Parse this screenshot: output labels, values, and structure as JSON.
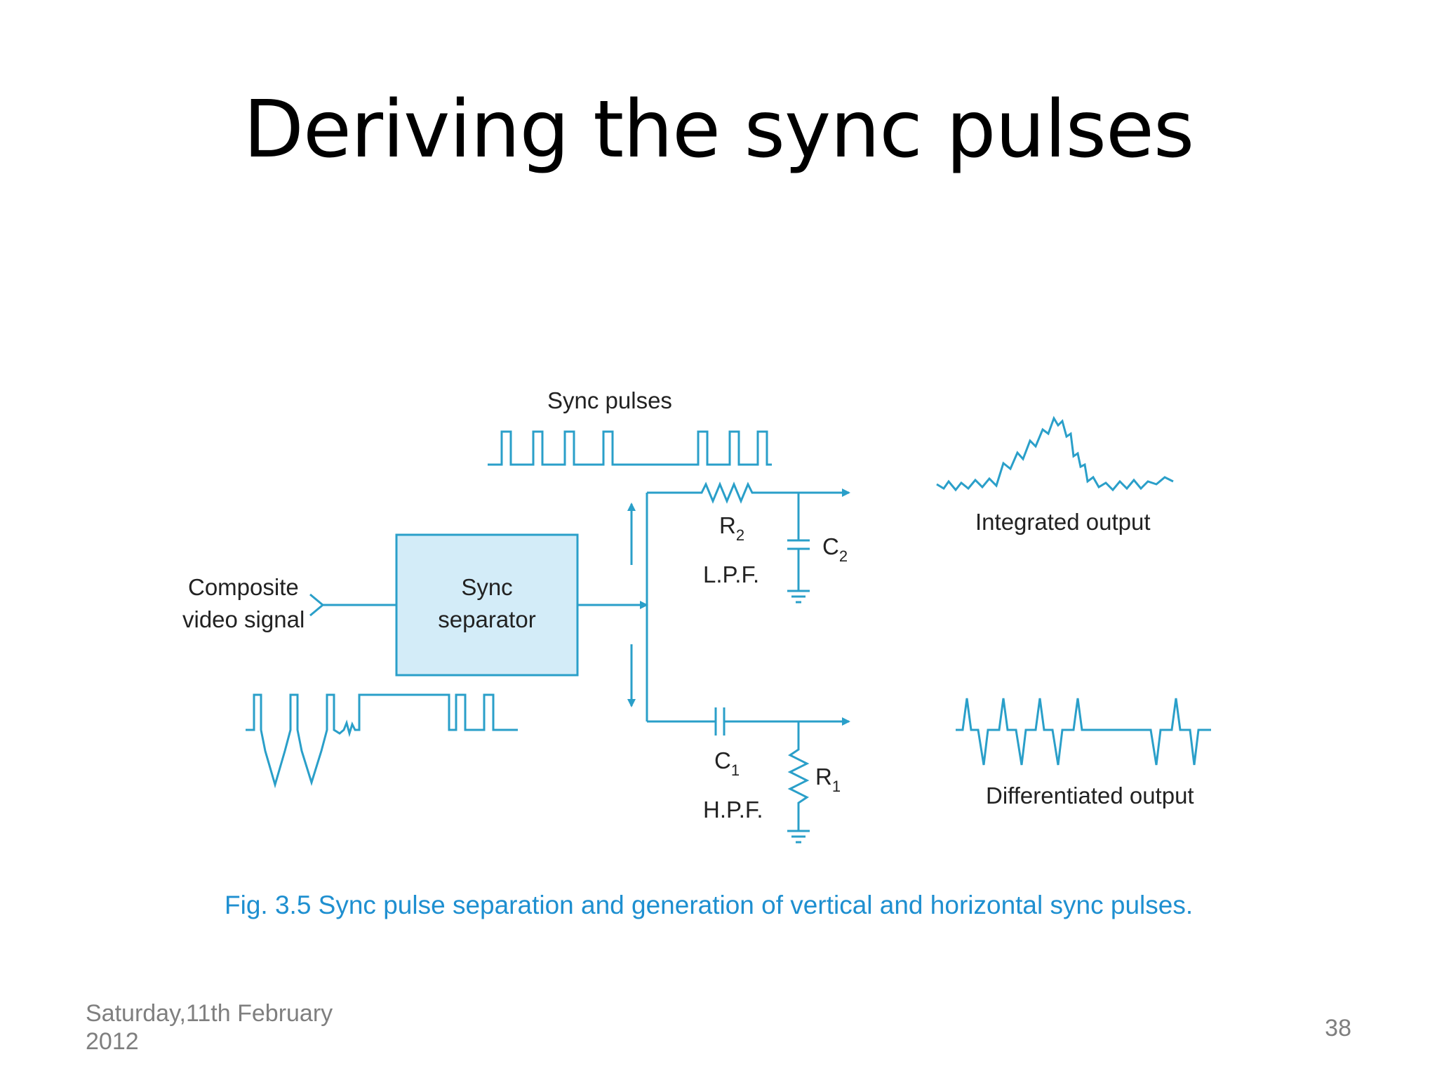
{
  "slide": {
    "title": "Deriving the sync pulses",
    "footer_date": "Saturday,11th February 2012",
    "page_number": "38"
  },
  "diagram": {
    "sync_pulses_label": "Sync pulses",
    "input_label_line1": "Composite",
    "input_label_line2": "video signal",
    "block_label_line1": "Sync",
    "block_label_line2": "separator",
    "r2": "R",
    "r2_sub": "2",
    "c2": "C",
    "c2_sub": "2",
    "lpf": "L.P.F.",
    "c1": "C",
    "c1_sub": "1",
    "r1": "R",
    "r1_sub": "1",
    "hpf": "H.P.F.",
    "integrated_label": "Integrated output",
    "differentiated_label": "Differentiated output",
    "caption": "Fig. 3.5 Sync pulse separation and generation of vertical and horizontal sync pulses.",
    "colors": {
      "line": "#2a9fc9",
      "block_fill": "#d3ecf8",
      "caption": "#1e8fd0"
    }
  }
}
